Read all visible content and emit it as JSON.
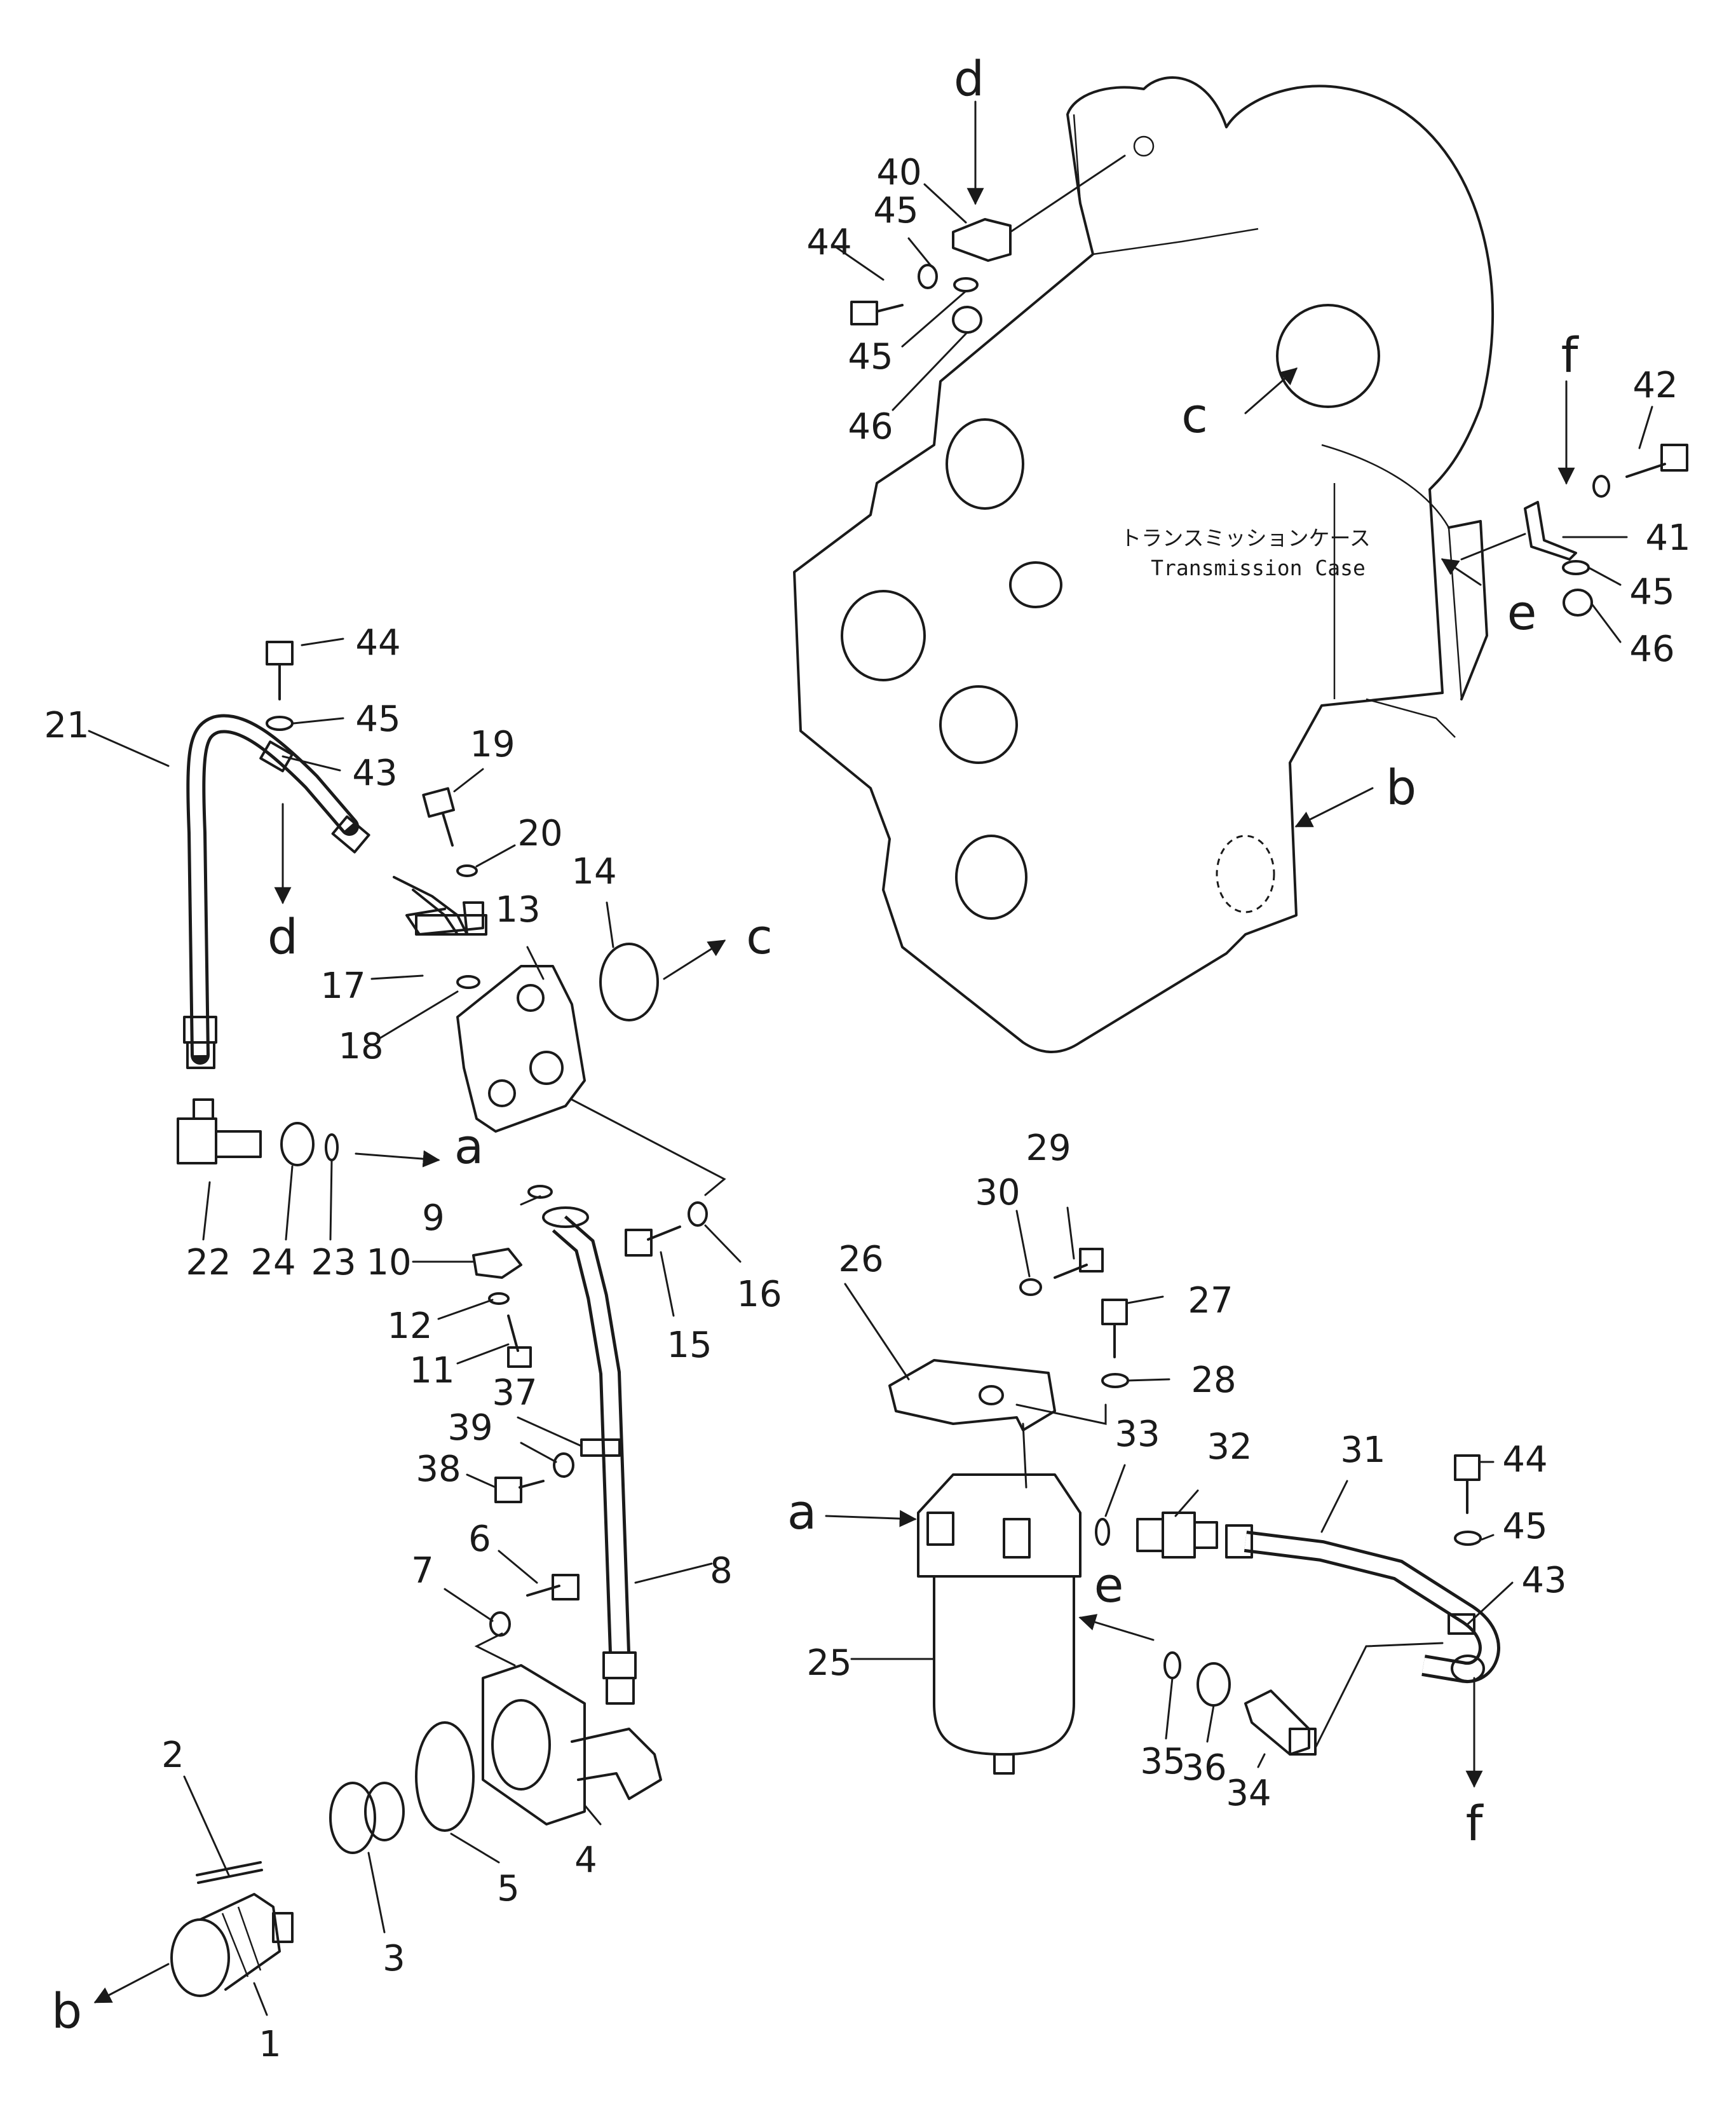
{
  "case_label": {
    "japanese": "トランスミッションケース",
    "english": "Transmission Case"
  },
  "part_numbers": [
    "1",
    "2",
    "3",
    "4",
    "5",
    "6",
    "7",
    "8",
    "9",
    "10",
    "11",
    "12",
    "13",
    "14",
    "15",
    "16",
    "17",
    "18",
    "19",
    "20",
    "21",
    "22",
    "23",
    "24",
    "25",
    "26",
    "27",
    "28",
    "29",
    "30",
    "31",
    "32",
    "33",
    "34",
    "35",
    "36",
    "37",
    "38",
    "39",
    "40",
    "41",
    "42",
    "43",
    "44",
    "45",
    "46"
  ],
  "connection_letters": [
    "a",
    "b",
    "c",
    "d",
    "e",
    "f"
  ]
}
